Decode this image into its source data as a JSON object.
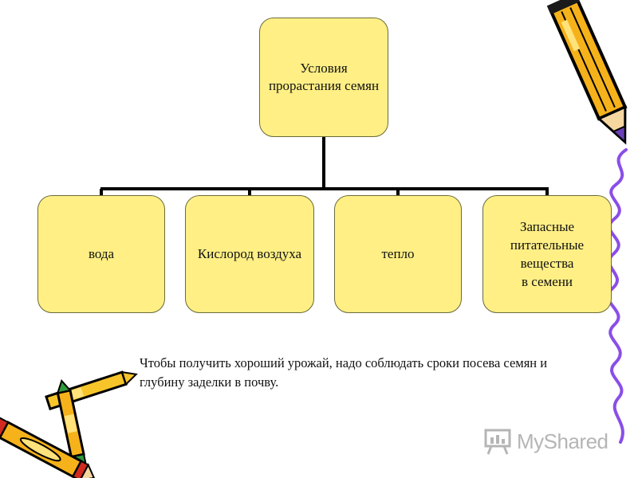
{
  "diagram": {
    "root": {
      "label": "Условия\nпрорастания семян"
    },
    "children": [
      {
        "label": "вода"
      },
      {
        "label": "Кислород воздуха"
      },
      {
        "label": "тепло"
      },
      {
        "label": "Запасные\nпитательные\nвещества\nв семени"
      }
    ],
    "note": "Чтобы получить хороший урожай, надо соблюдать сроки посева семян и глубину заделки в почву."
  },
  "watermark": {
    "brand": "MyShared",
    "icon": "presentation-board-icon"
  },
  "decorations": [
    "pencil-icon",
    "crayons-icon",
    "squiggle-line"
  ],
  "colors": {
    "box_fill": "#ffef85",
    "connector": "#000000",
    "squiggle": "#8a4ee8"
  }
}
